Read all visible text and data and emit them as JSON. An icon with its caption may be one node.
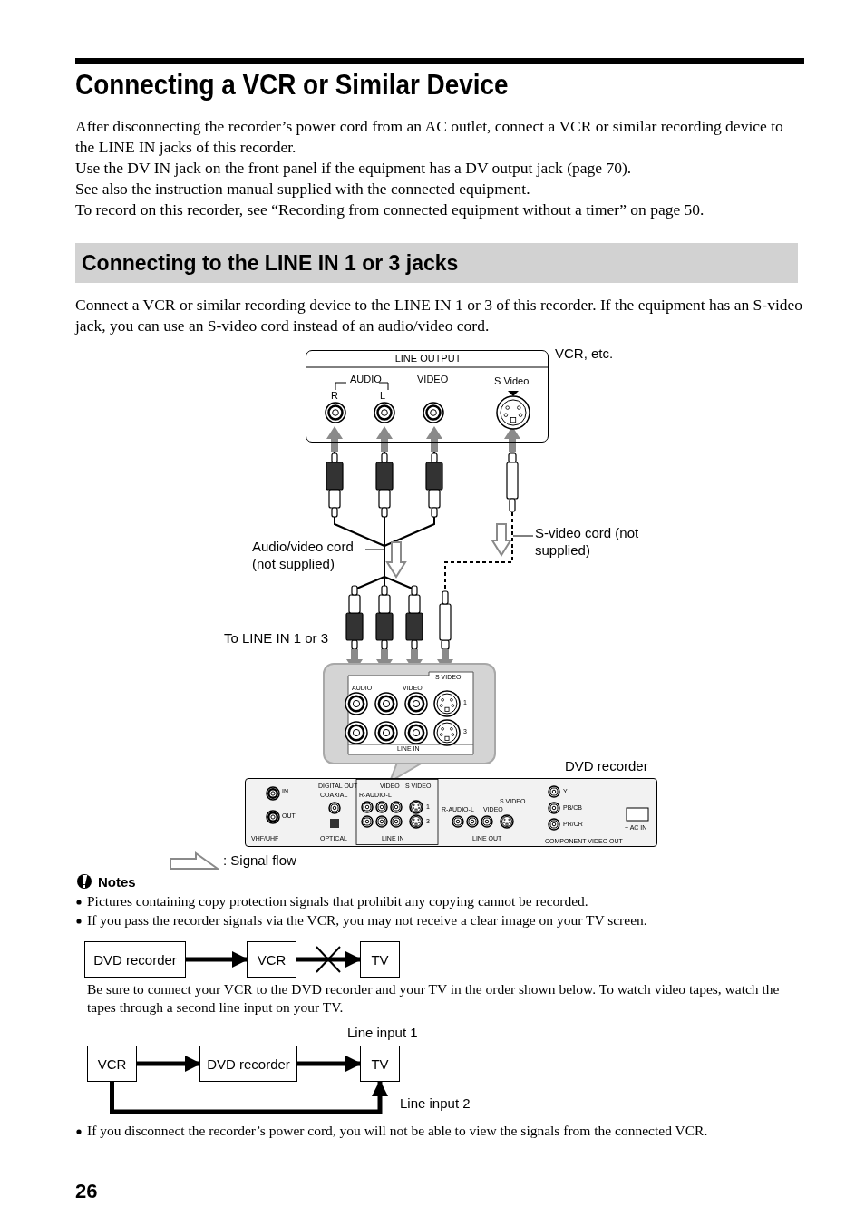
{
  "diagram": {
    "title": "Connecting a VCR or Similar Device",
    "nodes": [
      {
        "text": [
          "LINE OUTPUT",
          "AUDIO",
          "R",
          "L",
          "VIDEO",
          "S Video"
        ],
        "beside": [
          "VCR, etc."
        ]
      },
      {
        "text": [
          "Audio/video cord (not supplied)"
        ]
      },
      {
        "text": [
          "S-video cord (not supplied)"
        ]
      },
      {
        "text": [
          "S VIDEO",
          "AUDIO",
          "VIDEO",
          "1",
          "3",
          "LINE IN"
        ]
      },
      {
        "text": [
          "IN",
          "OUT",
          "VHF/UHF",
          "DIGITAL OUT",
          "COAXIAL",
          "OPTICAL",
          "R-AUDIO-L",
          "VIDEO",
          "S VIDEO",
          "1",
          "3",
          "LINE IN",
          "R-AUDIO-L",
          "VIDEO",
          "S VIDEO",
          "LINE OUT",
          "Y",
          "PB/CB",
          "PR/CR",
          "COMPONENT VIDEO OUT",
          "~ AC IN"
        ],
        "beside": [
          "DVD recorder"
        ]
      },
      {
        "text": [
          "DVD recorder"
        ]
      },
      {
        "text": [
          "VCR"
        ]
      },
      {
        "text": [
          "TV"
        ]
      },
      {
        "text": [
          "VCR"
        ]
      },
      {
        "text": [
          "DVD recorder"
        ]
      },
      {
        "text": [
          "TV"
        ],
        "beside": [
          "Line input 1"
        ]
      }
    ],
    "edges": [
      {
        "from": 0,
        "to": 3,
        "arrow": "none"
      },
      {
        "from": 0,
        "to": 3,
        "arrow": "none",
        "style": "dashed"
      },
      {
        "from": 1,
        "to": null,
        "arrow": "none"
      },
      {
        "from": 2,
        "to": null,
        "arrow": "none"
      },
      {
        "from": 5,
        "to": 6,
        "arrow": "to"
      },
      {
        "from": 6,
        "to": 7,
        "arrow": "to"
      },
      {
        "from": 8,
        "to": 9,
        "arrow": "to"
      },
      {
        "from": 9,
        "to": 10,
        "arrow": "to"
      },
      {
        "from": 8,
        "to": 10,
        "arrow": "to",
        "label": "Line input 2"
      }
    ],
    "labels": [
      "After disconnecting the recorder’s power cord from an AC outlet, connect a VCR or similar recording device to the LINE IN jacks of this recorder.",
      "Use the DV IN jack on the front panel if the equipment has a DV output jack (page 70).",
      "See also the instruction manual supplied with the connected equipment.",
      "To record on this recorder, see “Recording from connected equipment without a timer” on page 50.",
      "Connecting to the LINE IN 1 or 3 jacks",
      "Connect a VCR or similar recording device to the LINE IN 1 or 3 of this recorder. If the equipment has an S-video jack, you can use an S-video cord instead of an audio/video cord.",
      "To LINE IN 1 or 3",
      "Notes",
      "Pictures containing copy protection signals that prohibit any copying cannot be recorded.",
      "If you pass the recorder signals via the VCR, you may not receive a clear image on your TV screen.",
      "Be sure to connect your VCR to the DVD recorder and your TV in the order shown below. To watch video tapes, watch the tapes through a second line input on your TV.",
      "If you disconnect the recorder’s power cord, you will not be able to view the signals from the connected VCR.",
      "26"
    ],
    "legend": [
      {
        "text": ": Signal flow"
      }
    ]
  }
}
